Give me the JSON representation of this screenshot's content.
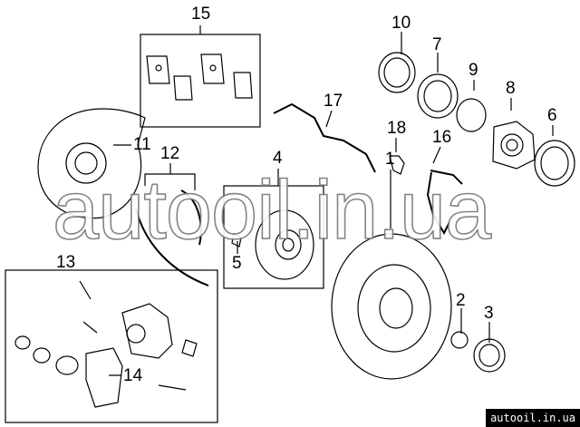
{
  "diagram": {
    "callouts": [
      "15",
      "10",
      "7",
      "9",
      "8",
      "6",
      "17",
      "18",
      "16",
      "11",
      "12",
      "4",
      "5",
      "1",
      "13",
      "2",
      "3",
      "14"
    ],
    "watermark": "autooil.in.ua",
    "site_label": "autooil.in.ua"
  }
}
